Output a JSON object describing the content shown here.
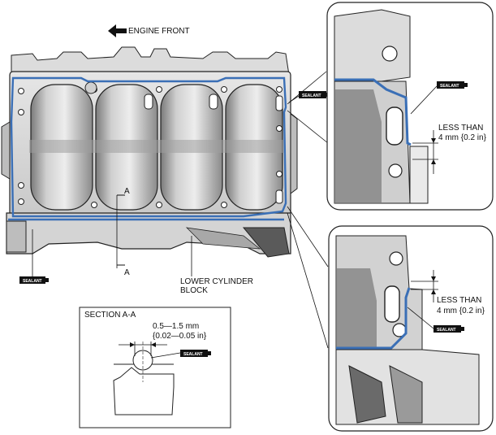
{
  "labels": {
    "engine_front": "ENGINE FRONT",
    "section_a_top": "A",
    "section_a_bottom": "A",
    "lower_block_line1": "LOWER CYLINDER",
    "lower_block_line2": "BLOCK",
    "section_title": "SECTION A-A",
    "gap_mm": "0.5—1.5 mm",
    "gap_in": "{0.02—0.05 in}",
    "detail_top_line1": "LESS THAN",
    "detail_top_line2": "4 mm {0.2 in}",
    "detail_bottom_line1": "LESS THAN",
    "detail_bottom_line2": "4 mm {0.2 in}"
  },
  "sealant_tags": {
    "main_top_right": "SEALANT",
    "main_bottom_left": "SEALANT",
    "section": "SEALANT",
    "detail_top": "SEALANT",
    "detail_bottom": "SEALANT"
  },
  "colors": {
    "sealant_bead": "#3a6fb6",
    "casting_gray": "#d8d8d8",
    "casting_dark": "#a9a9a9",
    "line": "#111111"
  }
}
